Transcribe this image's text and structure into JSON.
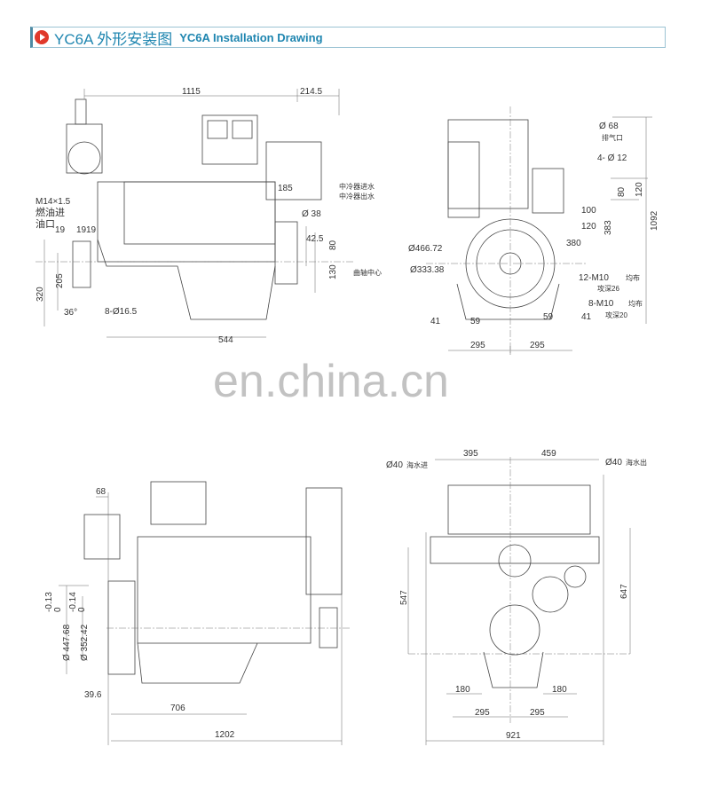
{
  "header": {
    "title": "YC6A 外形安装图",
    "subtitle": "YC6A Installation Drawing",
    "icon": "play-circle-icon",
    "accent_color": "#1f86b0",
    "icon_color": "#e0392b"
  },
  "watermark": "en.china.cn",
  "views": {
    "side_view_left": {
      "dims": [
        "1115",
        "214.5",
        "185",
        "Ø 38",
        "42.5",
        "80",
        "130",
        "19",
        "19",
        "19",
        "205",
        "320",
        "36°",
        "8-Ø16.5",
        "544"
      ],
      "fuel_thread": "M14×1.5",
      "fuel_inlet_1": "燃油进",
      "fuel_inlet_2": "油口",
      "intercooler_in": "中冷器进水",
      "intercooler_out": "中冷器出水",
      "crank_center": "曲轴中心"
    },
    "front_view": {
      "dims": [
        "Ø 68",
        "4- Ø 12",
        "80",
        "120",
        "100",
        "120",
        "383",
        "1092",
        "380",
        "Ø466.72",
        "Ø333.38",
        "41",
        "59",
        "59",
        "41",
        "295",
        "295"
      ],
      "exhaust": "排气口",
      "thread_12": "12-M10",
      "thread_12_note": "均布",
      "depth_26": "攻深26",
      "thread_8": "8-M10",
      "thread_8_note": "均布",
      "depth_20": "攻深20"
    },
    "side_view_right": {
      "dims": [
        "68",
        "Ø 447.68",
        "-0.13",
        "0",
        "Ø 352.42",
        "-0.14",
        "0",
        "39.6",
        "706",
        "1202"
      ]
    },
    "rear_view": {
      "dims": [
        "395",
        "459",
        "Ø40",
        "Ø40",
        "547",
        "647",
        "180",
        "180",
        "295",
        "295",
        "921"
      ],
      "seawater_in": "海水进",
      "seawater_out": "海水出"
    }
  }
}
